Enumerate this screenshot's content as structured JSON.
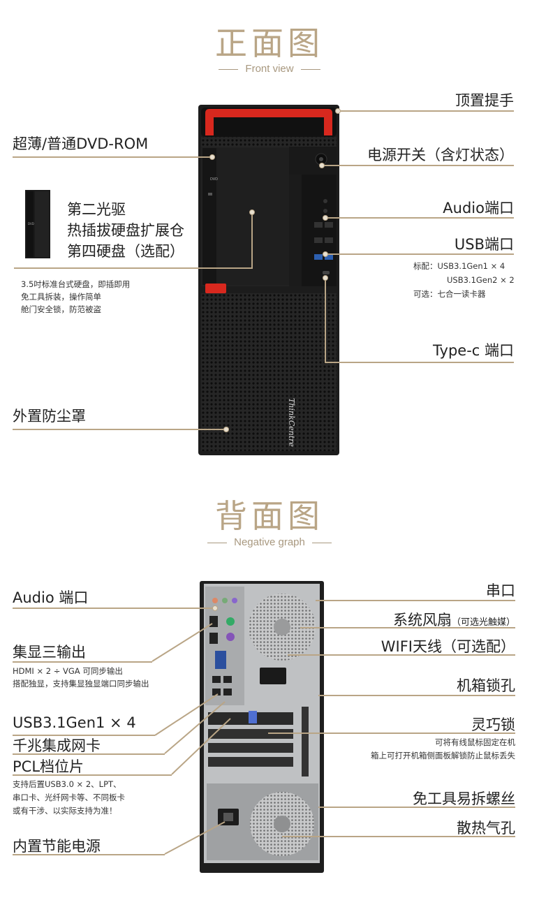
{
  "front": {
    "title": "正面图",
    "subtitle": "Front view",
    "labels": {
      "handle": "顶置提手",
      "dvd": "超薄/普通DVD-ROM",
      "power": "电源开关（含灯状态）",
      "bay_line1": "第二光驱",
      "bay_line2": "热插拔硬盘扩展仓",
      "bay_line3": "第四硬盘（选配）",
      "audio": "Audio端口",
      "usb": "USB端口",
      "typec": "Type-c  端口",
      "dust": "外置防尘罩"
    },
    "usb_notes": [
      "标配：USB3.1Gen1 × 4",
      "USB3.1Gen2 × 2",
      "可选：七合一读卡器"
    ],
    "bay_notes": [
      "3.5吋标准台式硬盘，即插即用",
      "免工具拆装，操作简单",
      "舱门安全锁，防范被盗"
    ],
    "brand": "ThinkCentre"
  },
  "back": {
    "title": "背面图",
    "subtitle": "Negative graph",
    "labels": {
      "audio": "Audio 端口",
      "display": "集显三输出",
      "usb": "USB3.1Gen1 × 4",
      "lan": "千兆集成网卡",
      "pcl": "PCL档位片",
      "psu": "内置节能电源",
      "serial": "串口",
      "fan": "系统风扇",
      "fan_note": "（可选光触媒）",
      "wifi": "WIFI天线（可选配）",
      "lockhole": "机箱锁孔",
      "smartlock": "灵巧锁",
      "screws": "免工具易拆螺丝",
      "vents": "散热气孔"
    },
    "display_notes": [
      "HDMI × 2 ÷ VGA 可同步输出",
      "搭配独显，支持集显独显端口同步输出"
    ],
    "pcl_notes": [
      "支持后置USB3.0 × 2、LPT、",
      "串口卡、光纤网卡等、不同板卡",
      "或有干涉、以实际支持为准！"
    ],
    "smartlock_notes": [
      "可将有线鼠标固定在机",
      "箱上可打开机箱侧面板解锁防止鼠标丢失"
    ]
  },
  "colors": {
    "accent": "#b9a586",
    "chassis": "#1e1e1e",
    "red": "#d8281e",
    "back_panel": "#bfc1c3"
  }
}
